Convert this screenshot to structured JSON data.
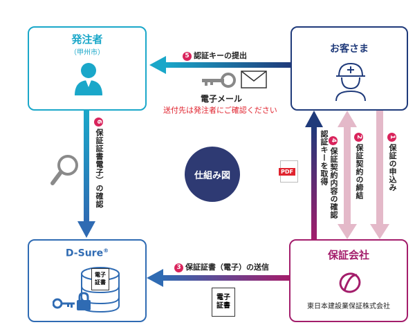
{
  "nodes": {
    "ordering_party": {
      "title": "発注者",
      "subtitle": "（甲州市）"
    },
    "customer": {
      "title": "お客さま"
    },
    "dsure": {
      "title": "D-Sure",
      "mark": "®",
      "doc_label": "電子\n証書"
    },
    "guarantor": {
      "title": "保証会社",
      "company": "東日本建設業保証株式会社"
    }
  },
  "center": {
    "label": "仕組み図"
  },
  "steps": [
    {
      "num": "1",
      "label": "保証の申込み"
    },
    {
      "num": "2",
      "label": "保証契約の締結"
    },
    {
      "num": "3",
      "label": "保証証書（電子）の送信"
    },
    {
      "num": "4",
      "label": "保証契約内容の確認\n認証キーを取得"
    },
    {
      "num": "5",
      "label": "認証キーの提出"
    },
    {
      "num": "6",
      "label": "保証証書電子）の確認"
    }
  ],
  "email": {
    "label": "電子メール",
    "note": "送付先は発注者にご確認ください"
  },
  "pdf": {
    "label": "PDF"
  },
  "cert_doc": {
    "label": "電子\n証書"
  },
  "colors": {
    "cyan": "#1aa7c9",
    "navy": "#1f3a7a",
    "magenta": "#a31d6b",
    "blue": "#2f6bb3",
    "pink_arrow": "#e4b9c9",
    "step_red": "#d9245c",
    "note_red": "#e0232e"
  },
  "icons": [
    "person-icon",
    "worker-icon",
    "key-icon",
    "envelope-icon",
    "magnifier-icon",
    "pdf-icon",
    "database-icon",
    "lock-icon",
    "company-logo-icon"
  ]
}
